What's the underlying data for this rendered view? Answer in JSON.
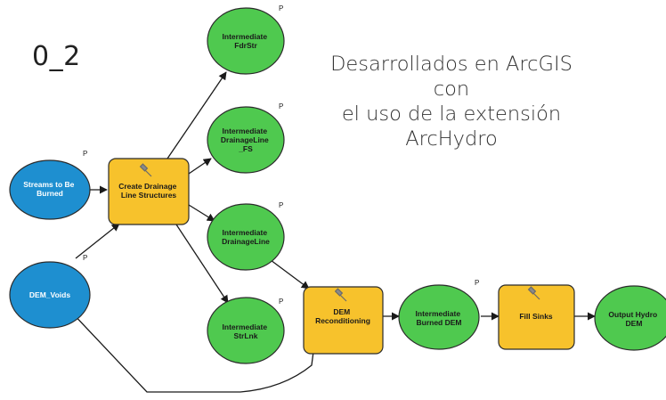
{
  "slide": {
    "label": "0_2",
    "caption_lines": [
      "Desarrollados en ArcGIS con",
      "el uso de la extensión",
      "ArcHydro"
    ]
  },
  "colors": {
    "input": "#1e8fd0",
    "tool": "#f7c22c",
    "intermediate": "#4fc94f",
    "outline": "#2b2b2b",
    "connector": "#1a1a1a"
  },
  "nodes": {
    "streams": {
      "lines": [
        "Streams to Be",
        "Burned"
      ],
      "param": "P"
    },
    "dem_voids": {
      "lines": [
        "DEM_Voids"
      ],
      "param": "P"
    },
    "create_drainage": {
      "lines": [
        "Create Drainage",
        "Line Structures"
      ]
    },
    "fdrstr": {
      "lines": [
        "Intermediate",
        "FdrStr"
      ],
      "param": "P"
    },
    "drainageline_fs": {
      "lines": [
        "Intermediate",
        "DrainageLine",
        "_FS"
      ],
      "param": "P"
    },
    "drainageline": {
      "lines": [
        "Intermediate",
        "DrainageLine"
      ],
      "param": "P"
    },
    "strlnk": {
      "lines": [
        "Intermediate",
        "StrLnk"
      ],
      "param": "P"
    },
    "dem_recond": {
      "lines": [
        "DEM",
        "Reconditioning"
      ]
    },
    "burned_dem": {
      "lines": [
        "Intermediate",
        "Burned DEM"
      ],
      "param": "P"
    },
    "fill_sinks": {
      "lines": [
        "Fill Sinks"
      ]
    },
    "output_dem": {
      "lines": [
        "Output Hydro",
        "DEM"
      ]
    }
  }
}
